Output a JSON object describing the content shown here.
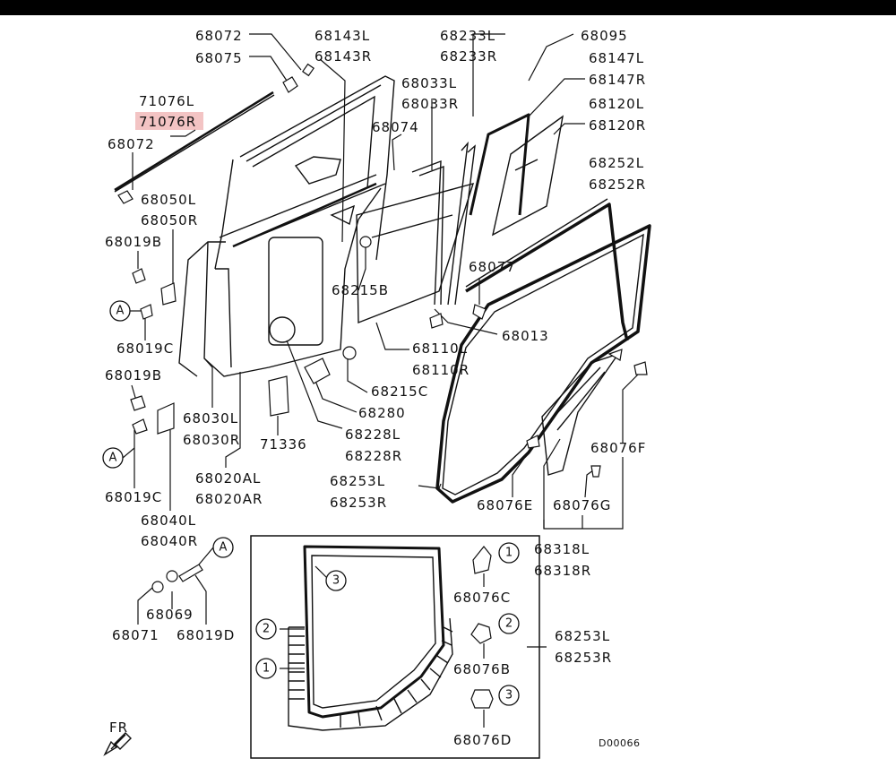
{
  "diagram_code": "D00066",
  "direction_label": "FR",
  "labels": {
    "p68072_top": "68072",
    "p68075": "68075",
    "p71076l": "71076L",
    "p71076r": "71076R",
    "p68072": "68072",
    "p68050l": "68050L",
    "p68050r": "68050R",
    "p68019b_1": "68019B",
    "p68019c_1": "68019C",
    "p68019b_2": "68019B",
    "p68019c_2": "68019C",
    "p68143l": "68143L",
    "p68143r": "68143R",
    "p68233l": "68233L",
    "p68233r": "68233R",
    "p68095": "68095",
    "p68147l": "68147L",
    "p68147r": "68147R",
    "p68120l": "68120L",
    "p68120r": "68120R",
    "p68252l": "68252L",
    "p68252r": "68252R",
    "p68033l": "68033L",
    "p68033r": "68033R",
    "p68074": "68074",
    "p68077": "68077",
    "p68215b": "68215B",
    "p68013": "68013",
    "p68110l": "68110L",
    "p68110r": "68110R",
    "p68215c": "68215C",
    "p68280": "68280",
    "p68228l": "68228L",
    "p68228r": "68228R",
    "p71336": "71336",
    "p68030l": "68030L",
    "p68030r": "68030R",
    "p68020al": "68020AL",
    "p68020ar": "68020AR",
    "p68040l": "68040L",
    "p68040r": "68040R",
    "p68069": "68069",
    "p68071": "68071",
    "p68019d": "68019D",
    "p68253l": "68253L",
    "p68253r": "68253R",
    "p68076e": "68076E",
    "p68076g": "68076G",
    "p68076f": "68076F",
    "p68318l": "68318L",
    "p68318r": "68318R",
    "p68076c": "68076C",
    "p68076b": "68076B",
    "p68076d": "68076D",
    "p68253l_inset": "68253L",
    "p68253r_inset": "68253R"
  },
  "callouts": {
    "a1": "A",
    "a2": "A",
    "a3": "A",
    "c1": "1",
    "c2": "2",
    "c3": "3",
    "c1b": "1",
    "c2b": "2",
    "c3b": "3"
  },
  "highlight_color": "#f3c4c4",
  "highlighted_part": "71076R"
}
